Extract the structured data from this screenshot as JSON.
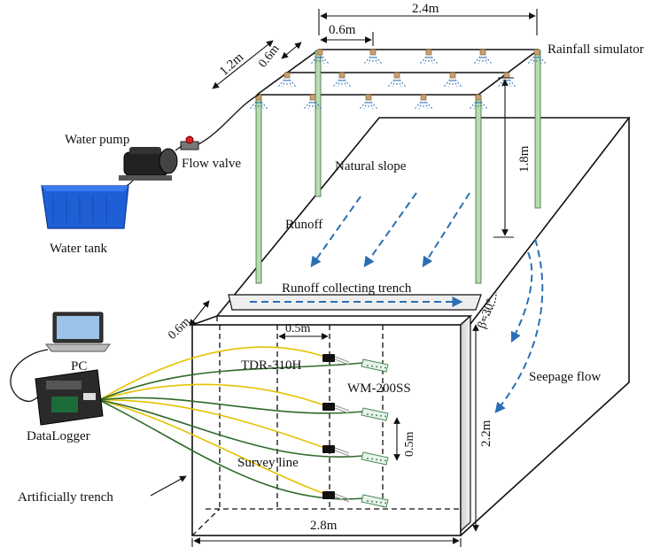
{
  "labels": {
    "rainfall_simulator": "Rainfall simulator",
    "water_pump": "Water pump",
    "flow_valve": "Flow valve",
    "water_tank": "Water tank",
    "natural_slope": "Natural slope",
    "runoff": "Runoff",
    "runoff_trench": "Runoff collecting trench",
    "seepage_flow": "Seepage flow",
    "slope_angle": "β=30°",
    "tdr": "TDR-310H",
    "wm": "WM-200SS",
    "survey_line": "Survey line",
    "pc": "PC",
    "datalogger": "DataLogger",
    "artificial_trench": "Artificially trench"
  },
  "dimensions": {
    "width_top": "2.4m",
    "spacing_top": "0.6m",
    "depth_frame": "1.2m",
    "depth_spacing": "0.6m",
    "height_frame": "1.8m",
    "trench_depth": "0.6m",
    "survey_spacing": "0.5m",
    "sensor_spacing": "0.5m",
    "box_height": "2.2m",
    "box_width": "2.8m"
  },
  "colors": {
    "arrow_blue": "#2a6fb5",
    "pole_green": "#b8dcb0",
    "tank_blue": "#1f5fd6",
    "wire_green": "#2f6a2a",
    "wire_yellow": "#e5c200"
  }
}
